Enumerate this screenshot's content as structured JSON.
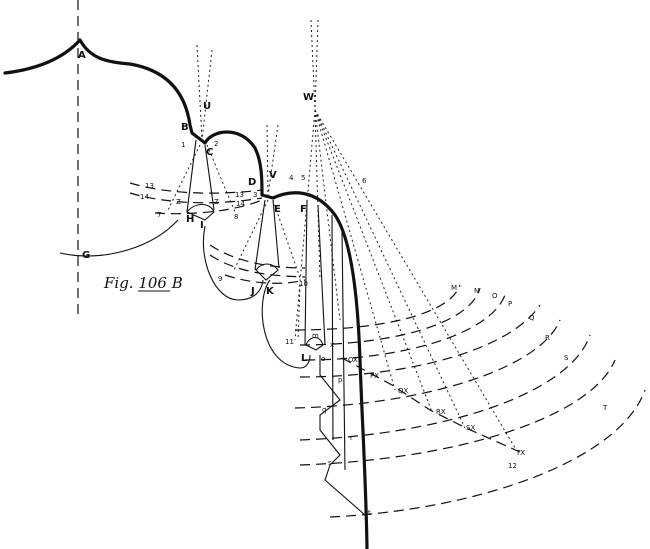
{
  "figure": {
    "caption": "Fig. 106 B",
    "points": {
      "A": "A",
      "B": "B",
      "C": "C",
      "D": "D",
      "E": "E",
      "F": "F",
      "G": "G",
      "H": "H",
      "I": "I",
      "J": "J",
      "K": "K",
      "L": "L",
      "U": "U",
      "V": "V",
      "W": "W"
    },
    "arc_labels": [
      "M",
      "N",
      "O",
      "P",
      "Q",
      "R",
      "S",
      "T"
    ],
    "x_points": [
      "OX",
      "PX",
      "QX",
      "RX",
      "SX",
      "TX"
    ],
    "numbers": {
      "n1": "1",
      "n2": "2",
      "n3": "3",
      "n4": "4",
      "n5": "5",
      "n6": "6",
      "n7": "7",
      "n8": "8",
      "n9": "9",
      "n10": "10",
      "n11": "11",
      "n12": "12",
      "n13a": "13",
      "n14a": "14",
      "n13b": "13",
      "n14b": "14",
      "z1": "Z",
      "z2": "Z"
    },
    "small_labels": {
      "m": "m",
      "o": "o",
      "x": "x",
      "p": "p",
      "q": "q",
      "r": "r",
      "s": "s",
      "t": "t"
    }
  }
}
